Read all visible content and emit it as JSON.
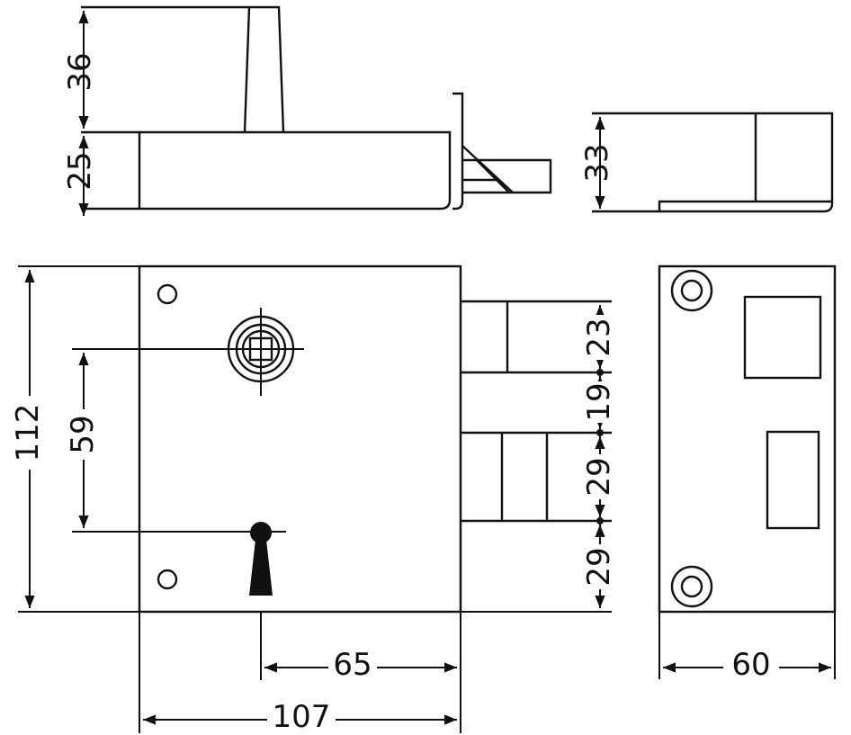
{
  "drawing": {
    "dimensions": {
      "top_bolt_height": "36",
      "case_height_top_view": "25",
      "end_view_height": "33",
      "overall_height": "112",
      "cylinder_to_keyhole": "59",
      "latch_bolt_height": "23",
      "gap_between_bolts": "19",
      "dead_bolt_height": "29",
      "dead_bolt_to_bottom": "29",
      "backset": "65",
      "overall_width": "107",
      "faceplate_width": "60"
    }
  }
}
